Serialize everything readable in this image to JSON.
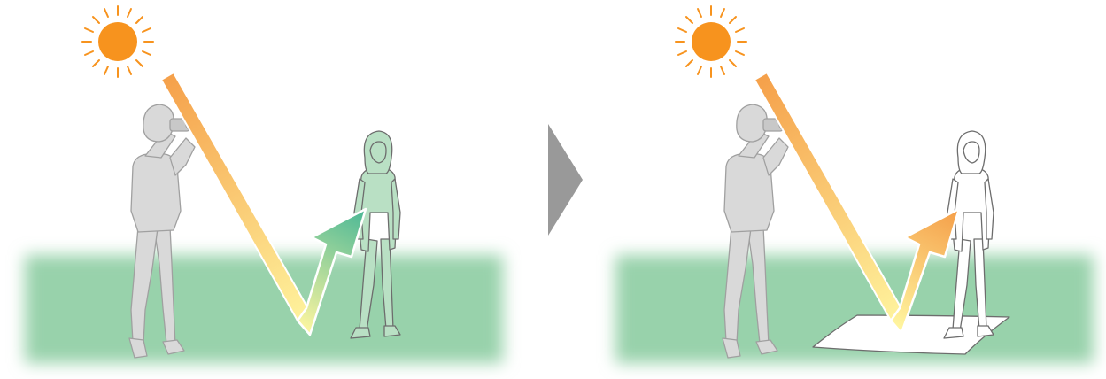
{
  "diagram": {
    "panels": [
      {
        "id": "before",
        "grass": "green",
        "reflected_light": "green",
        "subject_tint": "green",
        "reflector": false
      },
      {
        "id": "after",
        "grass": "green",
        "reflected_light": "orange",
        "subject_tint": "white",
        "reflector": true
      }
    ],
    "transition_icon": "triangle-right-icon"
  },
  "colors": {
    "sun": "#f7931e",
    "sun_ray": "#f7931e",
    "light_orange": "#f5a04a",
    "light_yellow": "#fff6a0",
    "bounce_green": "#4fb996",
    "grass": "#98d2ab",
    "photographer": "#d9d9d9",
    "outline": "#a0a0a0",
    "subject_green": "#b9e0c4",
    "subject_white": "#ffffff",
    "arrow_gray": "#999999",
    "reflector": "#ffffff"
  }
}
